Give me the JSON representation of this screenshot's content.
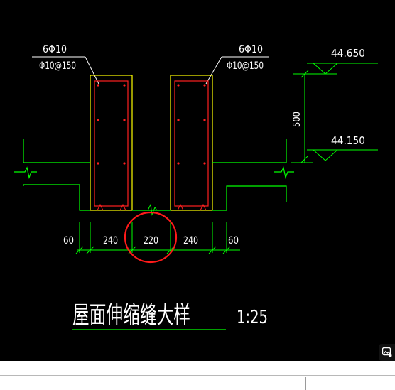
{
  "drawing": {
    "left_rebar": {
      "top": "6Φ10",
      "bottom": "Φ10@150"
    },
    "right_rebar": {
      "top": "6Φ10",
      "bottom": "Φ10@150"
    },
    "elevations": {
      "upper": "44.650",
      "lower": "44.150"
    },
    "vertical_dim": "500",
    "dimensions": [
      "60",
      "240",
      "220",
      "240",
      "60"
    ],
    "title": "屋面伸缩缝大样",
    "scale": "1:25"
  },
  "colors": {
    "background": "#000000",
    "line_green": "#00ff00",
    "line_white": "#ffffff",
    "concrete_yellow": "#ffff00",
    "rebar_red": "#ff2020",
    "highlight_circle": "#ff1a1a"
  },
  "ui": {
    "image_tool_icon": "image-edit-icon"
  }
}
